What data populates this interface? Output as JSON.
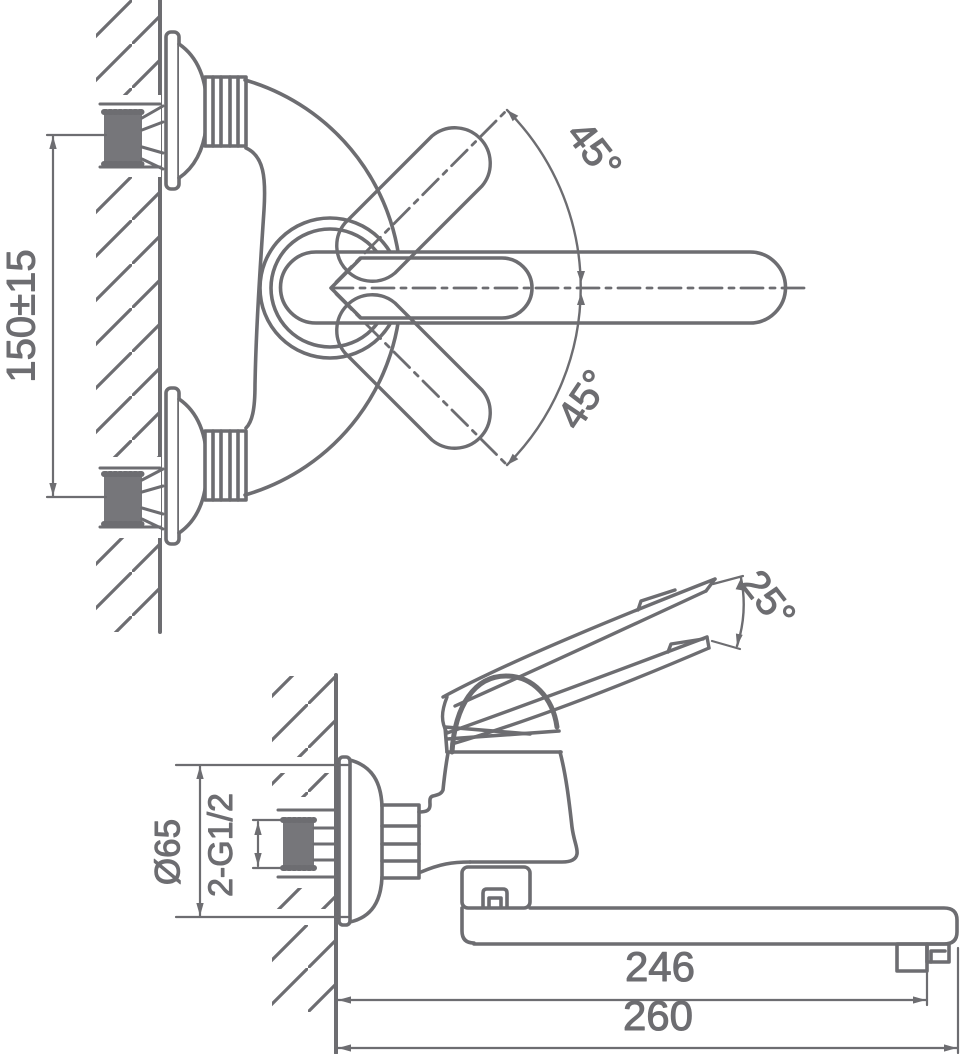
{
  "drawing": {
    "background": "#ffffff",
    "line_color": "#6d6d71",
    "fill_color": "#76767a",
    "top_view": {
      "mounting_distance_label": "150±15",
      "handle_swing_upper_label": "45°",
      "handle_swing_lower_label": "45°"
    },
    "side_view": {
      "lever_angle_label": "25°",
      "escutcheon_diameter_label": "Ø65",
      "connection_thread_label": "2-G1/2",
      "spout_reach_label": "246",
      "overall_depth_label": "260"
    }
  }
}
